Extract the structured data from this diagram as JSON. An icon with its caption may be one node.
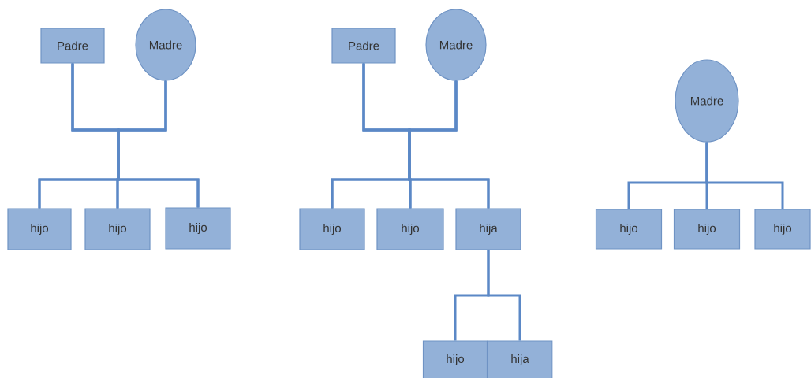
{
  "diagram": {
    "nodes": [
      {
        "text": [
          "Padre"
        ]
      },
      {
        "text": [
          "Madre"
        ]
      },
      {
        "text": [
          "hijo"
        ]
      },
      {
        "text": [
          "hijo"
        ]
      },
      {
        "text": [
          "hijo"
        ]
      },
      {
        "text": [
          "Padre"
        ]
      },
      {
        "text": [
          "Madre"
        ]
      },
      {
        "text": [
          "hijo"
        ]
      },
      {
        "text": [
          "hijo"
        ]
      },
      {
        "text": [
          "hija"
        ]
      },
      {
        "text": [
          "hijo"
        ]
      },
      {
        "text": [
          "hija"
        ]
      },
      {
        "text": [
          "Madre"
        ]
      },
      {
        "text": [
          "hijo"
        ]
      },
      {
        "text": [
          "hijo"
        ]
      },
      {
        "text": [
          "hijo"
        ]
      }
    ],
    "edges": [
      {
        "from": 0,
        "to": 2,
        "arrow": "none"
      },
      {
        "from": 0,
        "to": 3,
        "arrow": "none"
      },
      {
        "from": 0,
        "to": 4,
        "arrow": "none"
      },
      {
        "from": 1,
        "to": 2,
        "arrow": "none"
      },
      {
        "from": 1,
        "to": 3,
        "arrow": "none"
      },
      {
        "from": 1,
        "to": 4,
        "arrow": "none"
      },
      {
        "from": 5,
        "to": 7,
        "arrow": "none"
      },
      {
        "from": 5,
        "to": 8,
        "arrow": "none"
      },
      {
        "from": 5,
        "to": 9,
        "arrow": "none"
      },
      {
        "from": 6,
        "to": 7,
        "arrow": "none"
      },
      {
        "from": 6,
        "to": 8,
        "arrow": "none"
      },
      {
        "from": 6,
        "to": 9,
        "arrow": "none"
      },
      {
        "from": 9,
        "to": 10,
        "arrow": "none"
      },
      {
        "from": 9,
        "to": 11,
        "arrow": "none"
      },
      {
        "from": 12,
        "to": 13,
        "arrow": "none"
      },
      {
        "from": 12,
        "to": 14,
        "arrow": "none"
      },
      {
        "from": 12,
        "to": 15,
        "arrow": "none"
      }
    ]
  }
}
